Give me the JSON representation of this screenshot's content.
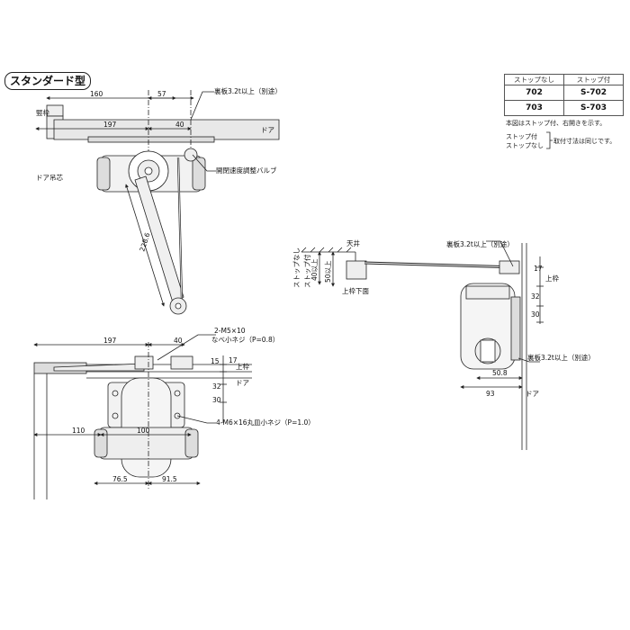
{
  "title": "スタンダード型",
  "model_table": {
    "headers": [
      "ストップなし",
      "ストップ付"
    ],
    "rows": [
      [
        "702",
        "S-702"
      ],
      [
        "703",
        "S-703"
      ]
    ]
  },
  "notes": {
    "note1": "本図はストップ付、右開きを示す。",
    "stop_on": "ストップ付",
    "stop_off": "ストップなし",
    "mount_same": "取付寸法は同じです。"
  },
  "top_view": {
    "dim_160": "160",
    "dim_57": "57",
    "dim_197": "197",
    "dim_40": "40",
    "dim_228_6": "228.6",
    "label_frame": "竪枠",
    "label_door": "ドア",
    "label_door_center": "ドア吊芯",
    "label_backplate": "裏板3.2t以上（別途）",
    "label_valve": "開閉速度調整バルブ"
  },
  "front_view": {
    "dim_197": "197",
    "dim_40": "40",
    "dim_15": "15",
    "dim_17": "17",
    "dim_32": "32",
    "dim_30": "30",
    "dim_110": "110",
    "dim_100": "100",
    "dim_76_5": "76.5",
    "dim_91_5": "91.5",
    "label_screw1": "2-M5×10",
    "label_screw1b": "なべ小ネジ（P=0.8）",
    "label_screw2": "4-M6×16丸皿小ネジ（P=1.0）",
    "label_top_frame": "上枠",
    "label_door": "ドア"
  },
  "side_view": {
    "label_ceiling": "天井",
    "label_backplate_top": "裏板3.2t以上（別途）",
    "label_stop_none": "ストップなし",
    "label_stop_yes": "ストップ付",
    "dim_40_up": "40以上",
    "dim_50_up": "50以上",
    "label_frame_bottom": "上枠下面",
    "dim_17": "17",
    "label_top_frame": "上枠",
    "dim_32": "32",
    "dim_30": "30",
    "label_backplate_bottom": "裏板3.2t以上（別途）",
    "dim_50_8": "50.8",
    "dim_93": "93",
    "label_door": "ドア"
  }
}
